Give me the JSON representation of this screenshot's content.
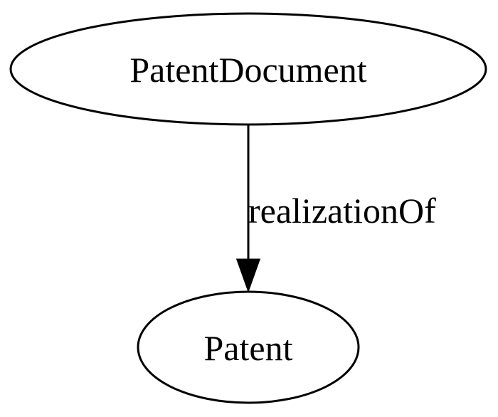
{
  "diagram": {
    "nodes": {
      "source": {
        "label": "PatentDocument"
      },
      "target": {
        "label": "Patent"
      }
    },
    "edge": {
      "label": "realizationOf"
    }
  }
}
